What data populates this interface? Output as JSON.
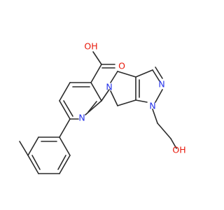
{
  "atom_labels": {
    "carboxyl_oxygen": "O",
    "hydroxyl_oh": "OH",
    "pyridine_n": "N",
    "pyrroline_n": "N",
    "pyrazole_n2": "N",
    "pyrazole_n1": "N",
    "terminal_oh": "OH"
  },
  "colors": {
    "bond": "#2b2b2b",
    "oxygen": "#e8190b",
    "nitrogen": "#2432ea"
  }
}
